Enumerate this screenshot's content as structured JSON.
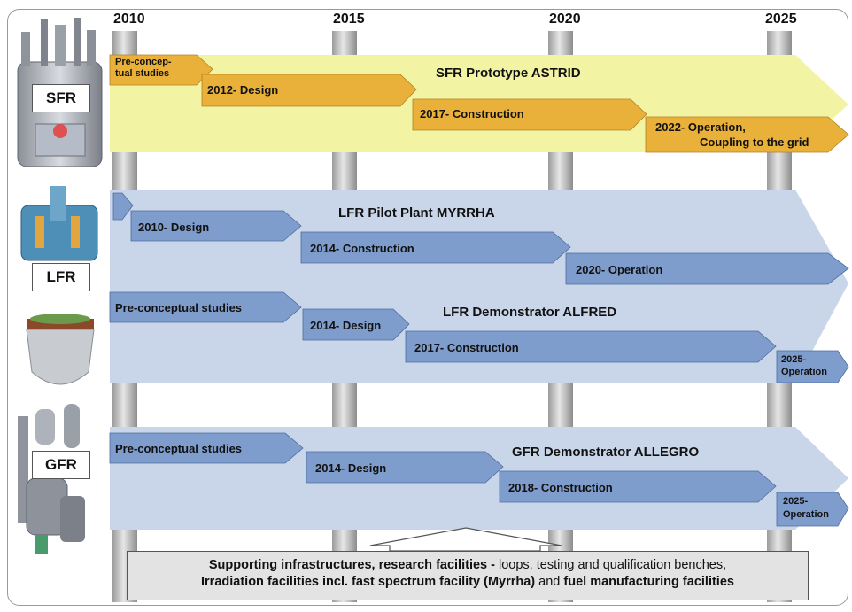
{
  "years": [
    "2010",
    "2015",
    "2020",
    "2025"
  ],
  "reactors": {
    "sfr": "SFR",
    "lfr": "LFR",
    "gfr": "GFR"
  },
  "sfr": {
    "title": "SFR Prototype ASTRID",
    "steps": [
      "Pre-concep-\ntual studies",
      "2012- Design",
      "2017- Construction",
      "2022- Operation,",
      "Coupling to the grid"
    ]
  },
  "lfr_myrrha": {
    "title": "LFR Pilot Plant MYRRHA",
    "steps": [
      "2010- Design",
      "2014- Construction",
      "2020- Operation"
    ]
  },
  "lfr_alfred": {
    "title": "LFR Demonstrator ALFRED",
    "steps": [
      "Pre-conceptual studies",
      "2014- Design",
      "2017- Construction",
      "2025-",
      "Operation"
    ]
  },
  "gfr": {
    "title": "GFR Demonstrator ALLEGRO",
    "steps": [
      "Pre-conceptual studies",
      "2014- Design",
      "2018- Construction",
      "2025-",
      "Operation"
    ]
  },
  "support": {
    "a": "Supporting infrastructures, research facilities - ",
    "b": "loops, testing and qualification benches,",
    "c": "Irradiation facilities incl. fast spectrum facility (Myrrha) ",
    "d": "and ",
    "e": "fuel manufacturing facilities"
  },
  "colors": {
    "sfr_band": "#f3f3a4",
    "sfr_arrow": "#e9b13a",
    "lfr_band": "#c9d6ea",
    "lfr_arrow": "#7f9dcc"
  }
}
